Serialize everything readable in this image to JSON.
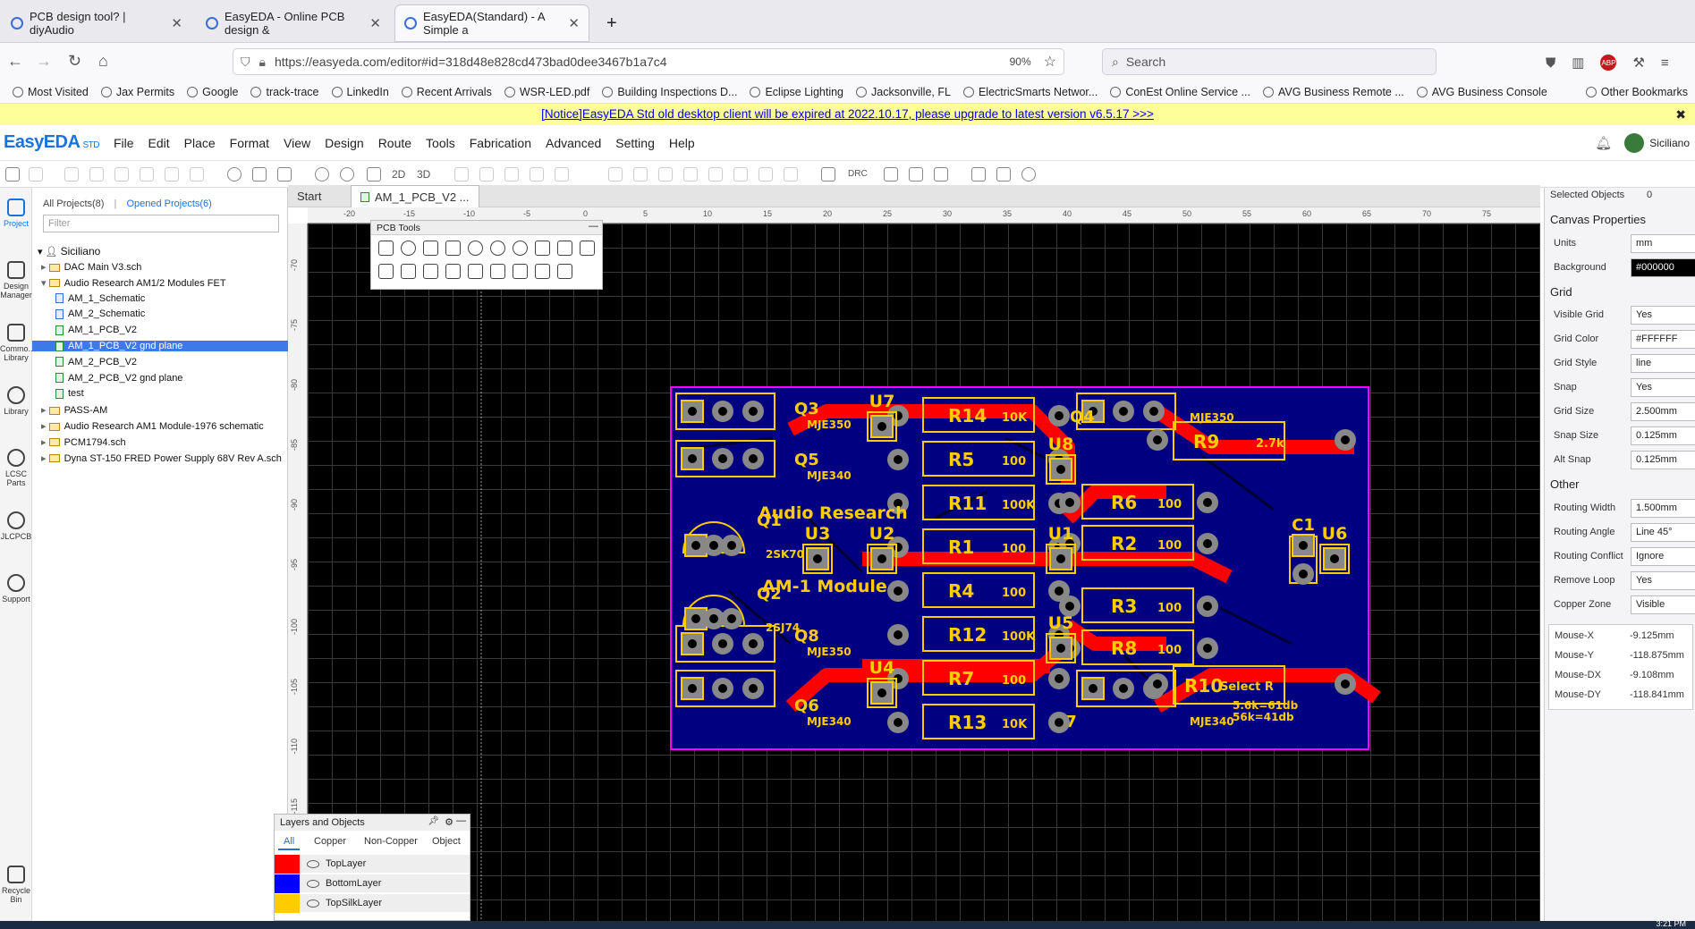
{
  "browser": {
    "tabs": [
      {
        "label": "PCB design tool? | diyAudio"
      },
      {
        "label": "EasyEDA - Online PCB design &"
      },
      {
        "label": "EasyEDA(Standard) - A Simple a"
      }
    ],
    "url": "https://easyeda.com/editor#id=318d48e828cd473bad0dee3467b1a7c4",
    "zoom": "90%",
    "search_placeholder": "Search",
    "abp_badge": "ABP"
  },
  "bookmarks": [
    "Most Visited",
    "Jax Permits",
    "Google",
    "track-trace",
    "LinkedIn",
    "Recent Arrivals",
    "WSR-LED.pdf",
    "Building Inspections D...",
    "Eclipse Lighting",
    "Jacksonville, FL",
    "ElectricSmarts Networ...",
    "ConEst Online Service ...",
    "AVG Business Remote ...",
    "AVG Business Console"
  ],
  "bookmarks_other": "Other Bookmarks",
  "notice": "[Notice]EasyEDA Std old desktop client will be expired at 2022.10.17, please upgrade to latest version v6.5.17 >>>",
  "app": {
    "logo": "EasyEDA",
    "logo_sub": "STD",
    "menus": [
      "File",
      "Edit",
      "Place",
      "Format",
      "View",
      "Design",
      "Route",
      "Tools",
      "Fabrication",
      "Advanced",
      "Setting",
      "Help"
    ],
    "user": "Siciliano",
    "toolbar_labels": {
      "view2d": "2D",
      "view3d": "3D",
      "drc": "DRC"
    }
  },
  "left_rail": [
    {
      "label": "Project"
    },
    {
      "label": "Design Manager"
    },
    {
      "label": "Commo... Library"
    },
    {
      "label": "Library"
    },
    {
      "label": "LCSC Parts"
    },
    {
      "label": "JLCPCB"
    },
    {
      "label": "Support"
    },
    {
      "label": "Recycle Bin"
    }
  ],
  "projects": {
    "all_label": "All Projects(8)",
    "separator": "|",
    "opened_label": "Opened Projects(6)",
    "filter_placeholder": "Filter",
    "owner": "Siciliano",
    "tree": [
      {
        "label": "DAC Main V3.sch",
        "kind": "folder",
        "depth": 1
      },
      {
        "label": "Audio Research AM1/2 Modules FET",
        "kind": "folder",
        "depth": 1
      },
      {
        "label": "AM_1_Schematic",
        "kind": "sch",
        "depth": 2
      },
      {
        "label": "AM_2_Schematic",
        "kind": "sch",
        "depth": 2
      },
      {
        "label": "AM_1_PCB_V2",
        "kind": "pcb",
        "depth": 2
      },
      {
        "label": "AM_1_PCB_V2 gnd plane",
        "kind": "pcb",
        "depth": 2,
        "selected": true
      },
      {
        "label": "AM_2_PCB_V2",
        "kind": "pcb",
        "depth": 2
      },
      {
        "label": "AM_2_PCB_V2 gnd plane",
        "kind": "pcb",
        "depth": 2
      },
      {
        "label": "test",
        "kind": "pcb",
        "depth": 2
      },
      {
        "label": "PASS-AM",
        "kind": "folder",
        "depth": 1
      },
      {
        "label": "Audio Research AM1 Module-1976 schematic",
        "kind": "folder",
        "depth": 1
      },
      {
        "label": "PCM1794.sch",
        "kind": "folder",
        "depth": 1
      },
      {
        "label": "Dyna ST-150 FRED Power Supply 68V Rev A.sch",
        "kind": "folder",
        "depth": 1
      }
    ]
  },
  "doc_tabs": [
    {
      "label": "Start"
    },
    {
      "label": "AM_1_PCB_V2 ..."
    }
  ],
  "ruler_h": [
    "-20",
    "-15",
    "-10",
    "-5",
    "0",
    "5",
    "10",
    "15",
    "20",
    "25",
    "30",
    "35",
    "40",
    "45",
    "50",
    "55",
    "60",
    "65",
    "70",
    "75"
  ],
  "ruler_v": [
    "-70",
    "-75",
    "-80",
    "-85",
    "-90",
    "-95",
    "-100",
    "-105",
    "-110",
    "-115"
  ],
  "pcb_tools_title": "PCB Tools",
  "pcb": {
    "components": [
      {
        "ref": "Q3",
        "val": "MJE350"
      },
      {
        "ref": "Q5",
        "val": "MJE340"
      },
      {
        "ref": "Q1",
        "val": "2SK70"
      },
      {
        "ref": "Q2",
        "val": "2SJ74"
      },
      {
        "ref": "Q8",
        "val": "MJE350"
      },
      {
        "ref": "Q6",
        "val": "MJE340"
      },
      {
        "ref": "Q4",
        "val": "MJE350"
      },
      {
        "ref": "Q7",
        "val": "MJE340"
      },
      {
        "ref": "U7"
      },
      {
        "ref": "U3"
      },
      {
        "ref": "U2"
      },
      {
        "ref": "U4"
      },
      {
        "ref": "U8"
      },
      {
        "ref": "U1"
      },
      {
        "ref": "U5"
      },
      {
        "ref": "U6"
      },
      {
        "ref": "C1"
      },
      {
        "ref": "R14",
        "val": "10K"
      },
      {
        "ref": "R5",
        "val": "100"
      },
      {
        "ref": "R11",
        "val": "100K"
      },
      {
        "ref": "R1",
        "val": "100"
      },
      {
        "ref": "R4",
        "val": "100"
      },
      {
        "ref": "R12",
        "val": "100K"
      },
      {
        "ref": "R7",
        "val": "100"
      },
      {
        "ref": "R13",
        "val": "10K"
      },
      {
        "ref": "R9",
        "val": "2.7k"
      },
      {
        "ref": "R6",
        "val": "100"
      },
      {
        "ref": "R2",
        "val": "100"
      },
      {
        "ref": "R3",
        "val": "100"
      },
      {
        "ref": "R8",
        "val": "100"
      },
      {
        "ref": "R10",
        "val": "Select R"
      }
    ],
    "title1": "Audio Research",
    "title2": "AM-1 Module",
    "note1": "5.6k=61db",
    "note2": "56k=41db",
    "colors": {
      "board": "#000080",
      "silk": "#ffcc00",
      "copper": "#ff0000",
      "outline": "#ff00ff"
    }
  },
  "layers": {
    "title": "Layers and Objects",
    "tabs": [
      "All",
      "Copper",
      "Non-Copper",
      "Object"
    ],
    "rows": [
      {
        "name": "TopLayer",
        "color": "#ff0000"
      },
      {
        "name": "BottomLayer",
        "color": "#0000ff"
      },
      {
        "name": "TopSilkLayer",
        "color": "#ffcc00"
      }
    ]
  },
  "properties": {
    "selected_label": "Selected Objects",
    "selected_count": "0",
    "canvas_header": "Canvas Properties",
    "units_label": "Units",
    "units": "mm",
    "background_label": "Background",
    "background": "#000000",
    "grid_header": "Grid",
    "visible_grid_label": "Visible Grid",
    "visible_grid": "Yes",
    "grid_color_label": "Grid Color",
    "grid_color": "#FFFFFF",
    "grid_style_label": "Grid Style",
    "grid_style": "line",
    "snap_label": "Snap",
    "snap": "Yes",
    "grid_size_label": "Grid Size",
    "grid_size": "2.500mm",
    "snap_size_label": "Snap Size",
    "snap_size": "0.125mm",
    "alt_snap_label": "Alt Snap",
    "alt_snap": "0.125mm",
    "other_header": "Other",
    "routing_width_label": "Routing Width",
    "routing_width": "1.500mm",
    "routing_angle_label": "Routing Angle",
    "routing_angle": "Line 45°",
    "routing_conflict_label": "Routing Conflict",
    "routing_conflict": "Ignore",
    "remove_loop_label": "Remove Loop",
    "remove_loop": "Yes",
    "copper_zone_label": "Copper Zone",
    "copper_zone": "Visible",
    "mouse_x_label": "Mouse-X",
    "mouse_x": "-9.125mm",
    "mouse_y_label": "Mouse-Y",
    "mouse_y": "-118.875mm",
    "mouse_dx_label": "Mouse-DX",
    "mouse_dx": "-9.108mm",
    "mouse_dy_label": "Mouse-DY",
    "mouse_dy": "-118.841mm"
  },
  "taskbar_time": "3:21 PM"
}
